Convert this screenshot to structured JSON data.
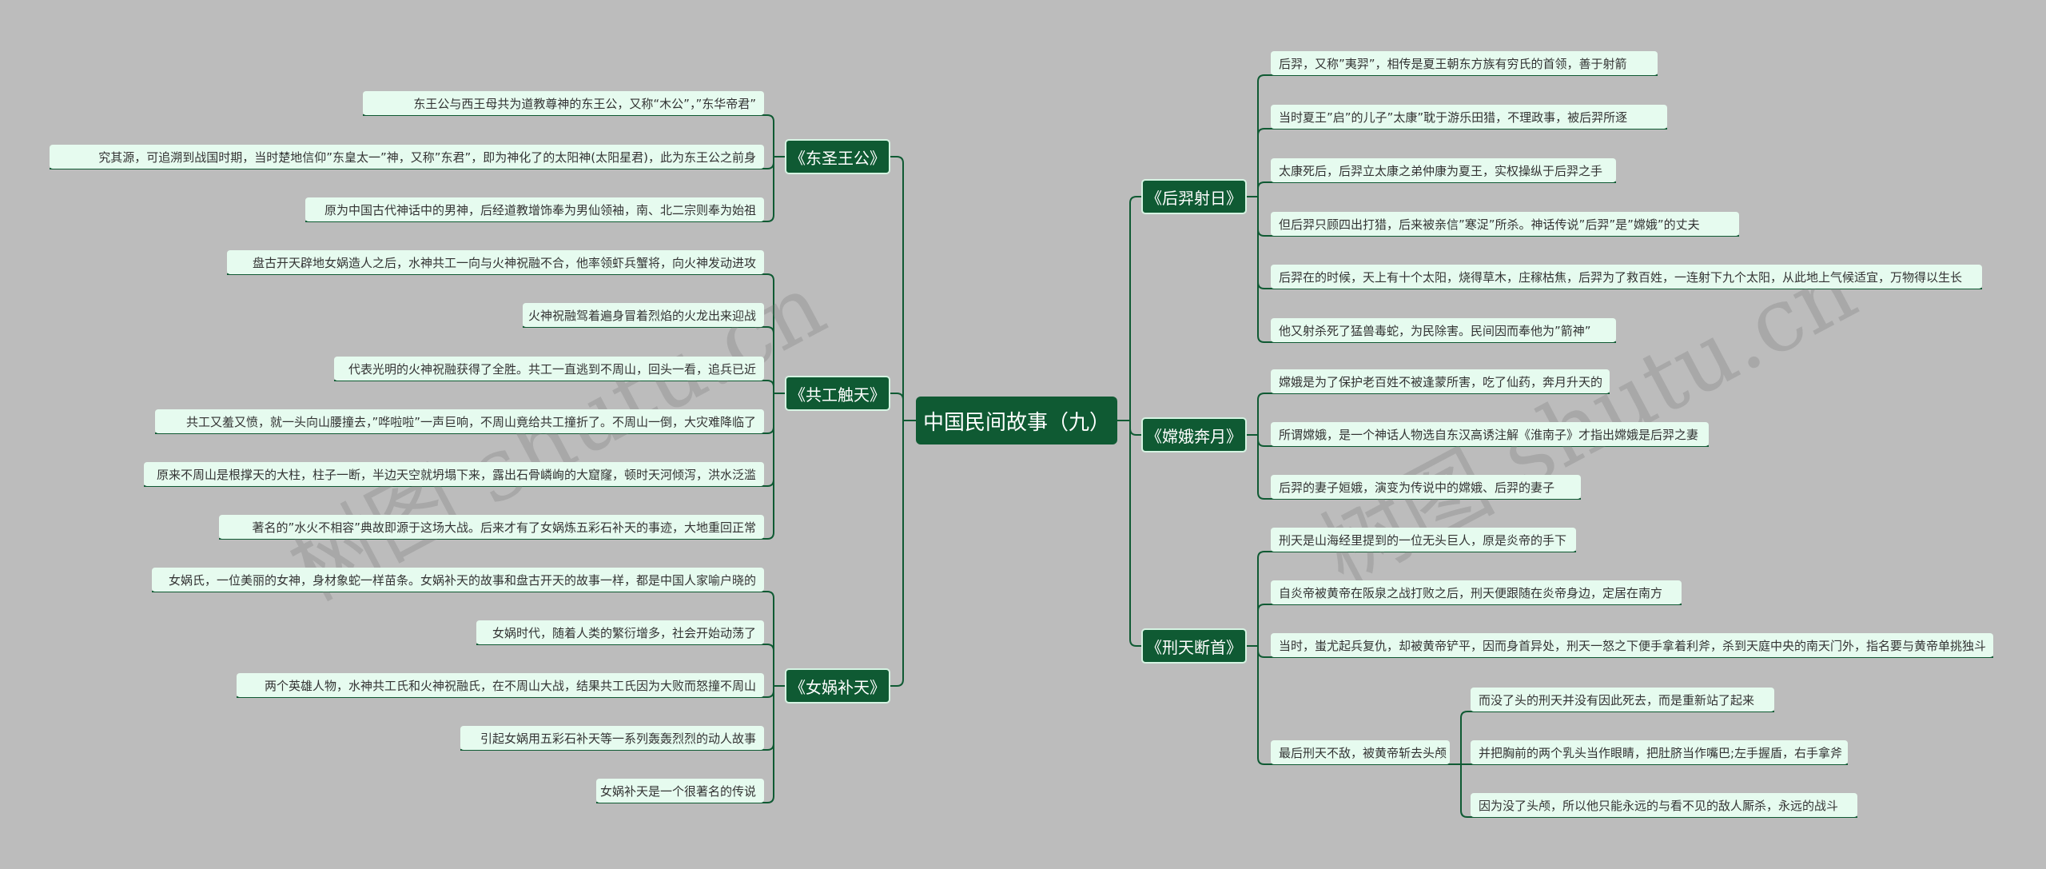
{
  "root": {
    "label": "中国民间故事（九）"
  },
  "watermark": "树图 shutu.cn",
  "colors": {
    "background": "#bcbcbc",
    "node": "#0f5a33",
    "leaf": "#e6fbef",
    "line": "#0f5a33"
  },
  "left_branches": [
    {
      "label": "《东圣王公》",
      "items": [
        "东王公与西王母共为道教尊神的东王公，又称“木公”，”东华帝君”",
        "究其源，可追溯到战国时期，当时楚地信仰”东皇太一”神，又称”东君”，即为神化了的太阳神(太阳星君)，此为东王公之前身",
        "原为中国古代神话中的男神，后经道教增饰奉为男仙领袖，南、北二宗则奉为始祖"
      ]
    },
    {
      "label": "《共工触天》",
      "items": [
        "盘古开天辟地女娲造人之后，水神共工一向与火神祝融不合，他率领虾兵蟹将，向火神发动进攻",
        "火神祝融驾着遍身冒着烈焰的火龙出来迎战",
        "代表光明的火神祝融获得了全胜。共工一直逃到不周山，回头一看，追兵已近",
        "共工又羞又愤，就一头向山腰撞去，”哗啦啦”一声巨响，不周山竟给共工撞折了。不周山一倒，大灾难降临了",
        "原来不周山是根撑天的大柱，柱子一断，半边天空就坍塌下来，露出石骨嶙峋的大窟窿，顿时天河倾泻，洪水泛滥",
        "著名的”水火不相容”典故即源于这场大战。后来才有了女娲炼五彩石补天的事迹，大地重回正常"
      ]
    },
    {
      "label": "《女娲补天》",
      "items": [
        "女娲氏，一位美丽的女神，身材象蛇一样苗条。女娲补天的故事和盘古开天的故事一样，都是中国人家喻户晓的",
        "女娲时代，随着人类的繁衍增多，社会开始动荡了",
        "两个英雄人物，水神共工氏和火神祝融氏，在不周山大战，结果共工氏因为大败而怒撞不周山",
        "引起女娲用五彩石补天等一系列轰轰烈烈的动人故事",
        "女娲补天是一个很著名的传说"
      ]
    }
  ],
  "right_branches": [
    {
      "label": "《后羿射日》",
      "items": [
        "后羿，又称”夷羿”，相传是夏王朝东方族有穷氏的首领，善于射箭",
        "当时夏王”启”的儿子”太康”耽于游乐田猎，不理政事，被后羿所逐",
        "太康死后，后羿立太康之弟仲康为夏王，实权操纵于后羿之手",
        "但后羿只顾四出打猎，后来被亲信”寒浞”所杀。神话传说”后羿”是”嫦娥”的丈夫",
        "后羿在的时候，天上有十个太阳，烧得草木，庄稼枯焦，后羿为了救百姓，一连射下九个太阳，从此地上气候适宜，万物得以生长",
        "他又射杀死了猛兽毒蛇，为民除害。民间因而奉他为”箭神”"
      ]
    },
    {
      "label": "《嫦娥奔月》",
      "items": [
        "嫦娥是为了保护老百姓不被逢蒙所害，吃了仙药，奔月升天的",
        "所谓嫦娥，是一个神话人物选自东汉高诱注解《淮南子》才指出嫦娥是后羿之妻",
        "后羿的妻子姮娥，演变为传说中的嫦娥、后羿的妻子"
      ]
    },
    {
      "label": "《刑天断首》",
      "items": [
        "刑天是山海经里提到的一位无头巨人，原是炎帝的手下",
        "自炎帝被黄帝在阪泉之战打败之后，刑天便跟随在炎帝身边，定居在南方",
        "当时，蚩尤起兵复仇，却被黄帝铲平，因而身首异处，刑天一怒之下便手拿着利斧，杀到天庭中央的南天门外，指名要与黄帝单挑独斗",
        "最后刑天不敌，被黄帝斩去头颅"
      ],
      "sub": {
        "parent_index": 3,
        "items": [
          "而没了头的刑天并没有因此死去，而是重新站了起来",
          "并把胸前的两个乳头当作眼睛，把肚脐当作嘴巴;左手握盾，右手拿斧",
          "因为没了头颅，所以他只能永远的与看不见的敌人厮杀，永远的战斗"
        ]
      }
    }
  ]
}
